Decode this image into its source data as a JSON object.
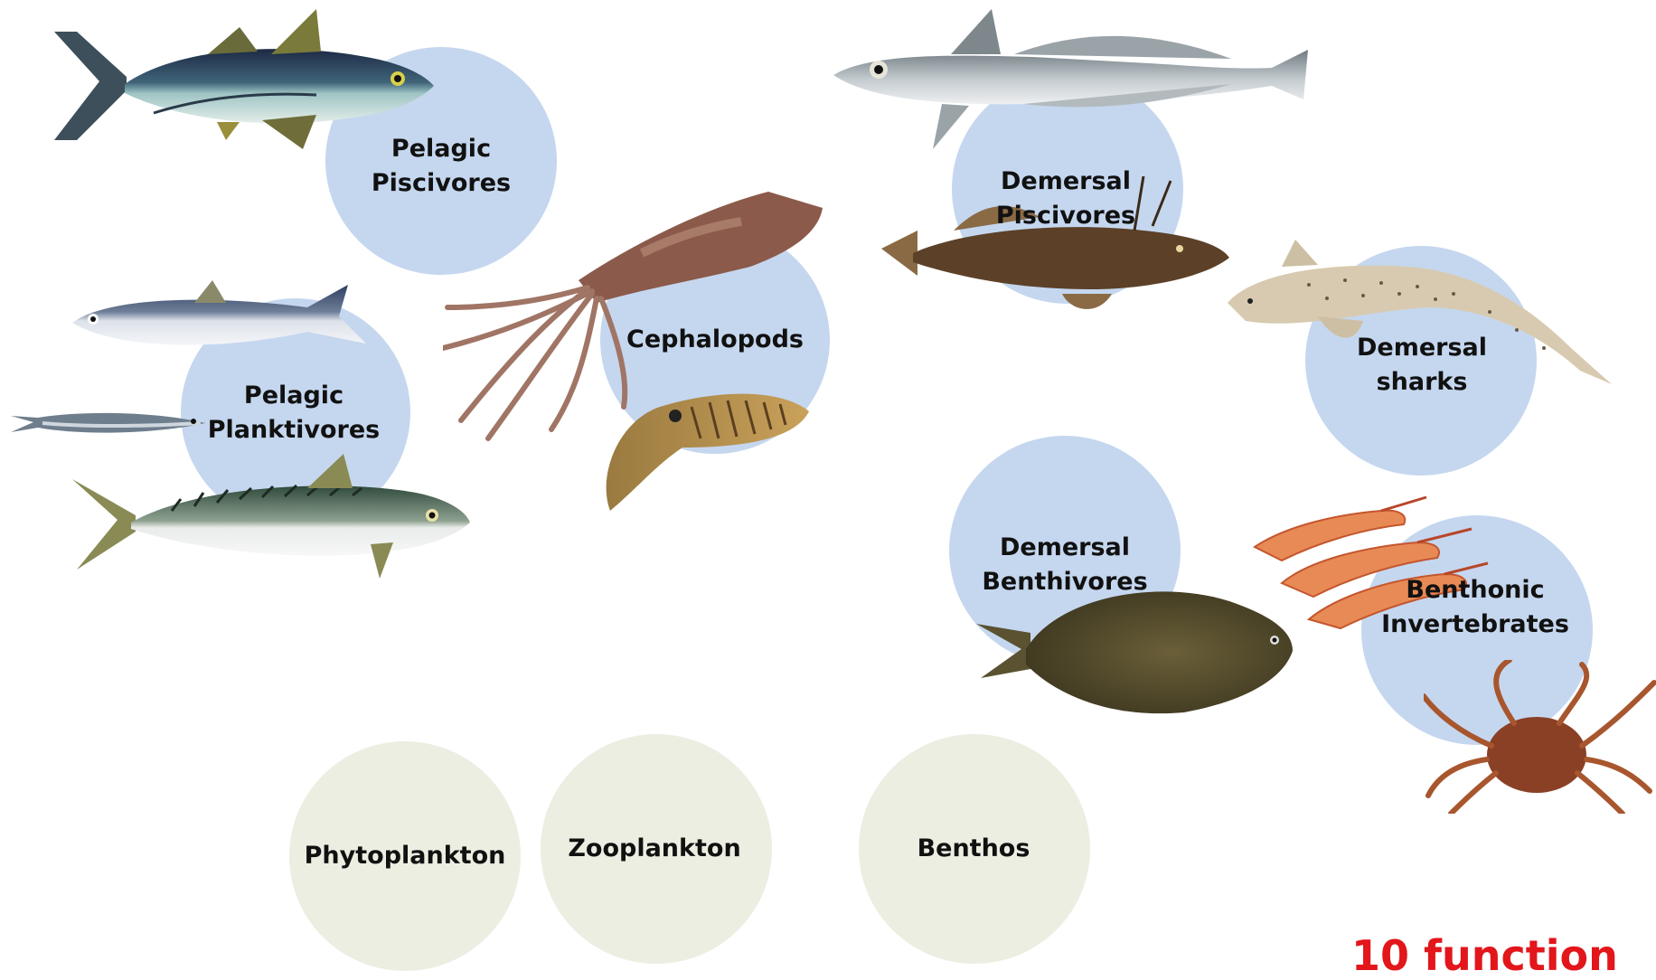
{
  "groups": {
    "pelagic_piscivores": "Pelagic\nPiscivores",
    "pelagic_planktivores": "Pelagic\nPlanktivores",
    "cephalopods": "Cephalopods",
    "demersal_piscivores": "Demersal\nPiscivores",
    "demersal_sharks": "Demersal\nsharks",
    "demersal_benthivores": "Demersal\nBenthivores",
    "benthonic_invertebrates": "Benthonic\nInvertebrates"
  },
  "base": {
    "phytoplankton": "Phytoplankton",
    "zooplankton": "Zooplankton",
    "benthos": "Benthos"
  },
  "footer_title": "10 function",
  "colors": {
    "group_circle": "#c5d7ef",
    "base_circle": "#ebeee1",
    "footer_text": "#e2161b"
  }
}
